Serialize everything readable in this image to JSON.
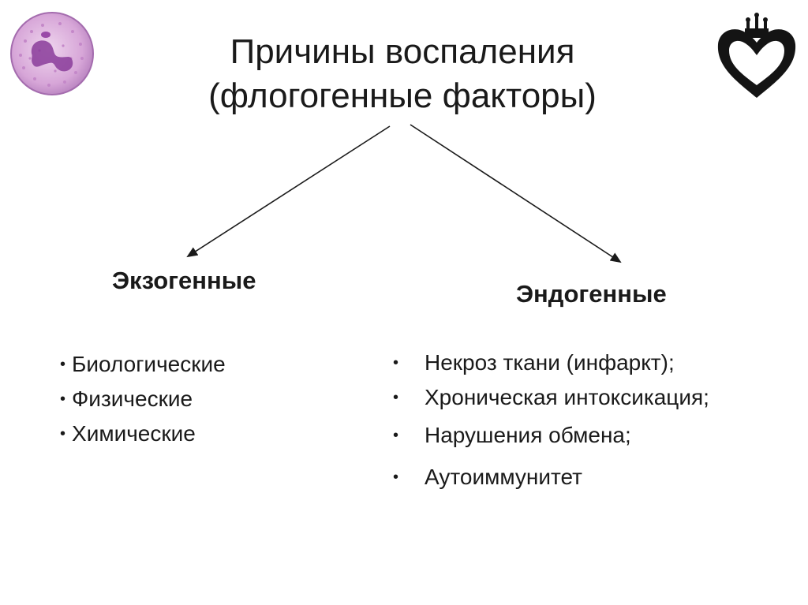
{
  "title": {
    "line1": "Причины воспаления",
    "line2": "(флогогенные факторы)"
  },
  "branches": {
    "left": {
      "heading": "Экзогенные",
      "items": [
        "Биологические",
        "Физические",
        "Химические"
      ]
    },
    "right": {
      "heading": "Эндогенные",
      "items": [
        "Некроз ткани (инфаркт);",
        "Хроническая интоксикация;",
        "Нарушения обмена;",
        "Аутоиммунитет"
      ]
    }
  },
  "images": {
    "left": "neutrophil-cell-image",
    "right": "heart-crown-logo"
  }
}
